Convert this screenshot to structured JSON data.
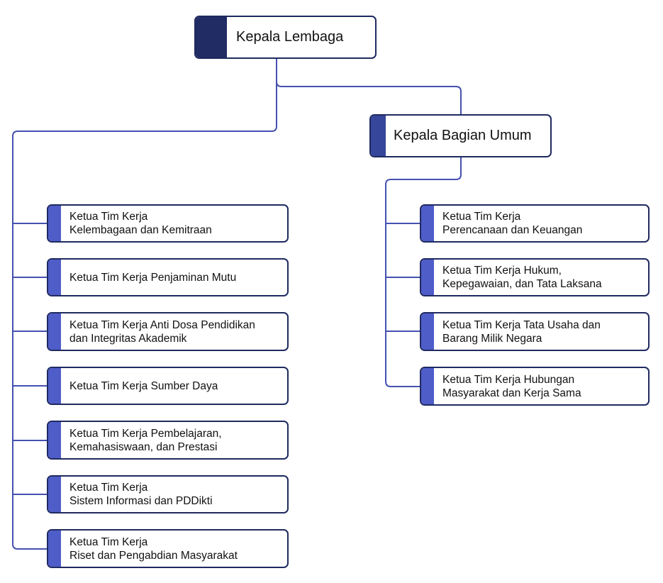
{
  "root": {
    "label": "Kepala Lembaga"
  },
  "sub": {
    "label": "Kepala Bagian Umum"
  },
  "left_units": [
    {
      "label": "Ketua Tim Kerja\nKelembagaan dan Kemitraan"
    },
    {
      "label": "Ketua Tim Kerja Penjaminan Mutu"
    },
    {
      "label": "Ketua Tim Kerja Anti Dosa Pendidikan\ndan Integritas Akademik"
    },
    {
      "label": "Ketua Tim Kerja Sumber Daya"
    },
    {
      "label": "Ketua Tim Kerja Pembelajaran,\nKemahasiswaan, dan Prestasi"
    },
    {
      "label": "Ketua Tim Kerja\nSistem Informasi dan PDDikti"
    },
    {
      "label": "Ketua Tim Kerja\nRiset dan Pengabdian Masyarakat"
    }
  ],
  "right_units": [
    {
      "label": "Ketua Tim Kerja\nPerencanaan dan Keuangan"
    },
    {
      "label": "Ketua Tim Kerja Hukum,\nKepegawaian, dan Tata Laksana"
    },
    {
      "label": "Ketua Tim Kerja Tata Usaha dan\nBarang Milik Negara"
    },
    {
      "label": "Ketua Tim Kerja Hubungan\nMasyarakat dan Kerja Sama"
    }
  ],
  "colors": {
    "connector": "#4451b0",
    "border": "#1f2a60",
    "accent": "#4f5dc9",
    "root_accent": "#212b64",
    "sub_accent": "#36469a"
  }
}
